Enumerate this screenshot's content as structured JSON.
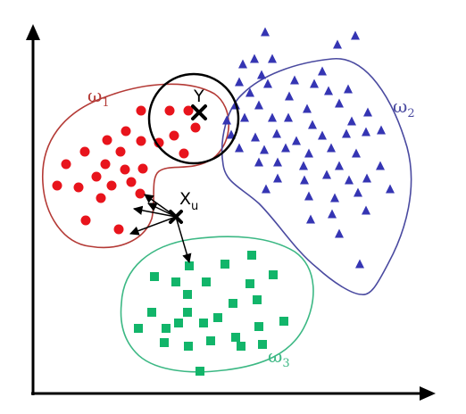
{
  "labels": {
    "class1": {
      "base": "ω",
      "sub": "1"
    },
    "class2": {
      "base": "ω",
      "sub": "2"
    },
    "class3": {
      "base": "ω",
      "sub": "3"
    },
    "query_y": "Y",
    "query_xu": {
      "base": "X",
      "sub": "u"
    }
  },
  "colors": {
    "class1": "#e8141c",
    "class1_boundary": "#b43a36",
    "class2": "#3535b3",
    "class2_boundary": "#4a4aa0",
    "class3": "#12b56a",
    "class3_boundary": "#3cb884",
    "axes": "#000000",
    "neighborhood": "#000000"
  }
}
